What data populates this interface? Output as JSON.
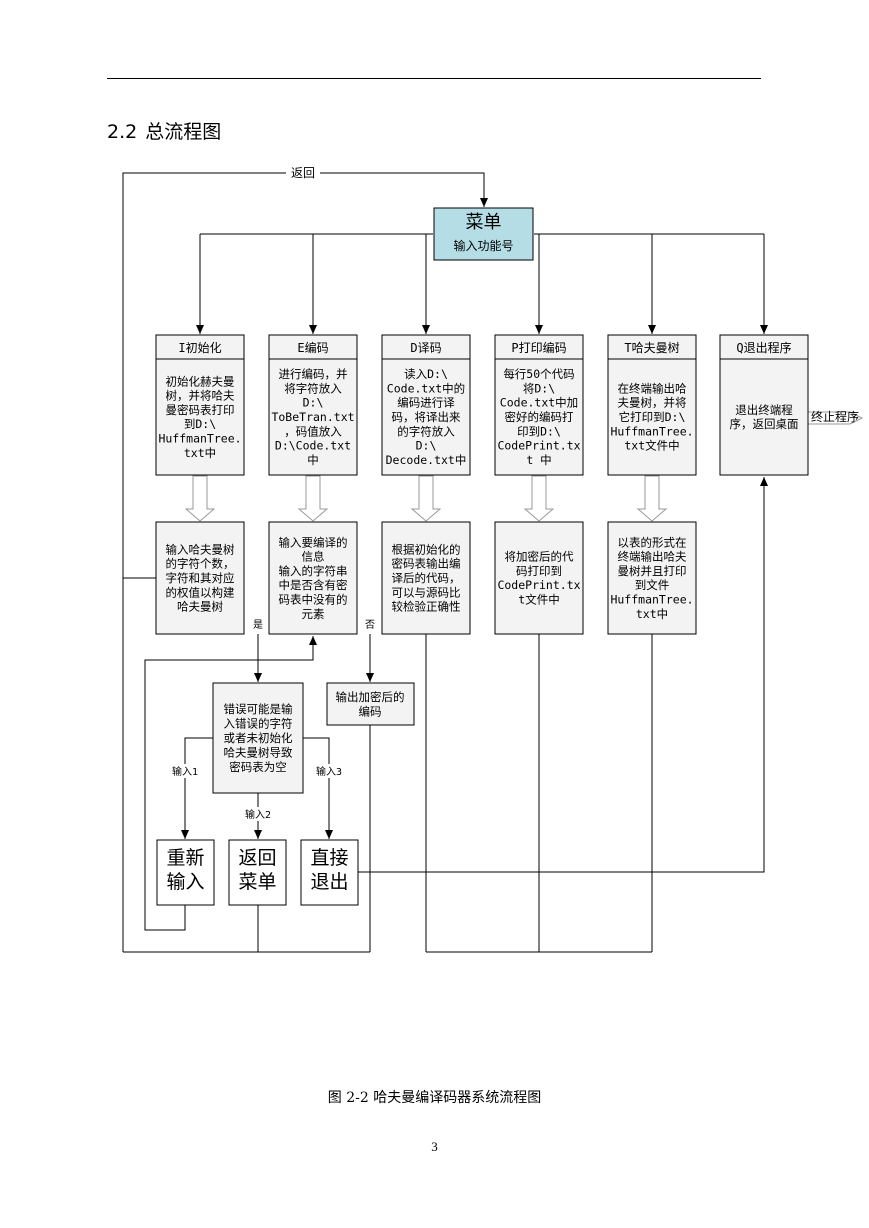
{
  "section": {
    "number": "2.2",
    "title": "总流程图"
  },
  "diagram": {
    "menu": {
      "title": "菜单",
      "subtitle": "输入功能号"
    },
    "return_label": "返回",
    "functions": [
      {
        "header": "I初始化",
        "body": [
          "初始化赫夫曼",
          "树，并将哈夫",
          "曼密码表打印",
          "到D:\\",
          "HuffmanTree.",
          "txt中"
        ]
      },
      {
        "header": "E编码",
        "body": [
          "进行编码，并",
          "将字符放入",
          "D:\\",
          "ToBeTran.txt",
          "，码值放入",
          "D:\\Code.txt",
          "中"
        ]
      },
      {
        "header": "D译码",
        "body": [
          "读入D:\\",
          "Code.txt中的",
          "编码进行译",
          "码，将译出来",
          "的字符放入",
          "D:\\",
          "Decode.txt中"
        ]
      },
      {
        "header": "P打印编码",
        "body": [
          "每行50个代码",
          "将D:\\",
          "Code.txt中加",
          "密好的编码打",
          "印到D:\\",
          "CodePrint.tx",
          "t 中"
        ]
      },
      {
        "header": "T哈夫曼树",
        "body": [
          "在终端输出哈",
          "夫曼树，并将",
          "它打印到D:\\",
          "HuffmanTree.",
          "txt文件中"
        ]
      },
      {
        "header": "Q退出程序",
        "body": [
          "退出终端程",
          "序，返回桌面"
        ]
      }
    ],
    "exit_label": "终止程序",
    "second_row": [
      {
        "body": [
          "输入哈夫曼树",
          "的字符个数，",
          "字符和其对应",
          "的权值以构建",
          "哈夫曼树"
        ]
      },
      {
        "body": [
          "输入要编译的",
          "信息",
          "输入的字符串",
          "中是否含有密",
          "码表中没有的",
          "元素"
        ]
      },
      {
        "body": [
          "根据初始化的",
          "密码表输出编",
          "译后的代码，",
          "可以与源码比",
          "较检验正确性"
        ]
      },
      {
        "body": [
          "将加密后的代",
          "码打印到",
          "CodePrint.tx",
          "t文件中"
        ]
      },
      {
        "body": [
          "以表的形式在",
          "终端输出哈夫",
          "曼树并且打印",
          "到文件",
          "HuffmanTree.",
          "txt中"
        ]
      }
    ],
    "branch_yes": "是",
    "branch_no": "否",
    "error_box": {
      "body": [
        "错误可能是输",
        "入错误的字符",
        "或者未初始化",
        "哈夫曼树导致",
        "密码表为空"
      ]
    },
    "output_box": {
      "body": [
        "输出加密后的",
        "编码"
      ]
    },
    "options": [
      {
        "label": "输入1",
        "text": [
          "重新",
          "输入"
        ]
      },
      {
        "label": "输入2",
        "text": [
          "返回",
          "菜单"
        ]
      },
      {
        "label": "输入3",
        "text": [
          "直接",
          "退出"
        ]
      }
    ],
    "colors": {
      "menu_fill": "#b4dde6",
      "box_fill": "#f3f3f3",
      "line": "#000000"
    }
  },
  "caption": "图 2-2  哈夫曼编译码器系统流程图",
  "page_number": "3"
}
